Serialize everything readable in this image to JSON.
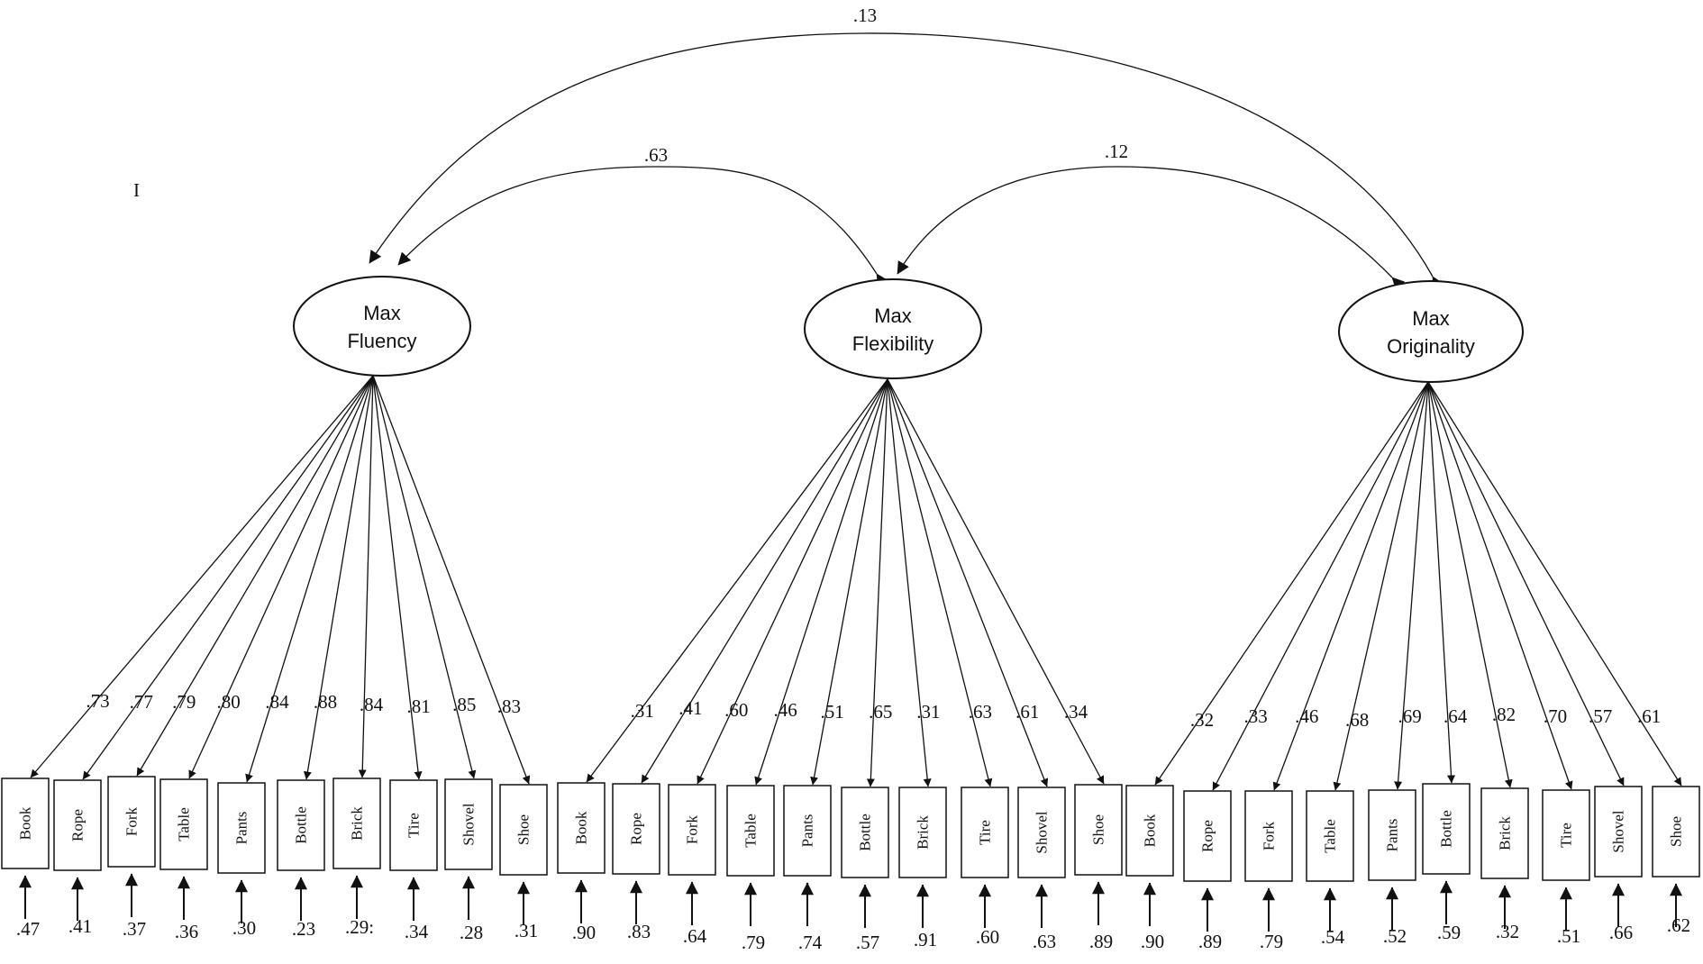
{
  "stray_mark": "I",
  "factors": [
    {
      "id": "fluency",
      "label_line1": "Max",
      "label_line2": "Fluency"
    },
    {
      "id": "flexibility",
      "label_line1": "Max",
      "label_line2": "Flexibility"
    },
    {
      "id": "originality",
      "label_line1": "Max",
      "label_line2": "Originality"
    }
  ],
  "correlations": [
    {
      "from": "fluency",
      "to": "originality",
      "value": ".13"
    },
    {
      "from": "fluency",
      "to": "flexibility",
      "value": ".63"
    },
    {
      "from": "flexibility",
      "to": "originality",
      "value": ".12"
    }
  ],
  "indicator_names": [
    "Book",
    "Rope",
    "Fork",
    "Table",
    "Pants",
    "Bottle",
    "Brick",
    "Tire",
    "Shovel",
    "Shoe"
  ],
  "groups": [
    {
      "factor": "fluency",
      "loadings": [
        ".73",
        ".77",
        ".79",
        ".80",
        ".84",
        ".88",
        ".84",
        ".81",
        ".85",
        ".83"
      ],
      "errors": [
        ".47",
        ".41",
        ".37",
        ".36",
        ".30",
        ".23",
        ".29:",
        ".34",
        ".28",
        ".31"
      ]
    },
    {
      "factor": "flexibility",
      "loadings": [
        ".31",
        ".41",
        ".60",
        ".46",
        ".51",
        ".65",
        ".31",
        ".63",
        ".61",
        ".34"
      ],
      "errors": [
        ".90",
        ".83",
        ".64",
        ".79",
        ".74",
        ".57",
        ".91",
        ".60",
        ".63",
        ".89"
      ]
    },
    {
      "factor": "originality",
      "loadings": [
        ".32",
        ".33",
        ".46",
        ".68",
        ".69",
        ".64",
        ".82",
        ".70",
        ".57",
        ".61"
      ],
      "errors": [
        ".90",
        ".89",
        ".79",
        ".54",
        ".52",
        ".59",
        ".32",
        ".51",
        ".66",
        ".62"
      ]
    }
  ]
}
